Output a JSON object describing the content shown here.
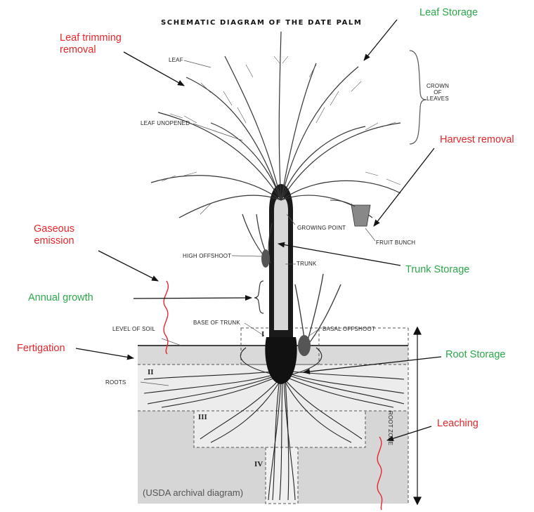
{
  "title": "SCHEMATIC DIAGRAM OF THE DATE PALM",
  "annotations": {
    "leaf_storage": "Leaf Storage",
    "leaf_trimming": "Leaf trimming\nremoval",
    "harvest_removal": "Harvest removal",
    "gaseous_emission": "Gaseous\nemission",
    "trunk_storage": "Trunk Storage",
    "annual_growth": "Annual growth",
    "fertigation": "Fertigation",
    "root_storage": "Root Storage",
    "leaching": "Leaching"
  },
  "parts": {
    "leaf": "LEAF",
    "leaf_unopened": "LEAF UNOPENED",
    "crown": "CROWN\nOF\nLEAVES",
    "growing_point": "GROWING POINT",
    "fruit_bunch": "FRUIT BUNCH",
    "high_offshoot": "HIGH OFFSHOOT",
    "trunk": "TRUNK",
    "base_of_trunk": "BASE OF TRUNK",
    "basal_offshoot": "BASAL OFFSHOOT",
    "level_of_soil": "LEVEL OF SOIL",
    "roots": "ROOTS",
    "root_zone": "ROOT ZONE"
  },
  "zones": [
    "I",
    "II",
    "III",
    "IV"
  ],
  "caption": "(USDA archival diagram)",
  "colors": {
    "red": "#e8262a",
    "green": "#2aa84a",
    "soil": "#dcdcdc",
    "trunk": "#1a1a1a"
  }
}
